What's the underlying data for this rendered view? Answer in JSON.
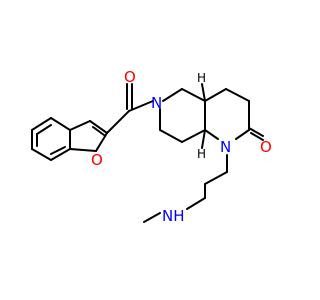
{
  "molecule": {
    "colors": {
      "bond": "#000000",
      "oxygen": "#ff0000",
      "nitrogen": "#0000ff",
      "carbon": "#000000"
    },
    "atoms": {
      "O_carbonyl": "O",
      "O_furan": "O",
      "N_amide": "N",
      "N_lactam": "N",
      "O_lactam": "O",
      "NH": "NH",
      "H_top": "H",
      "H_bottom": "H"
    }
  }
}
